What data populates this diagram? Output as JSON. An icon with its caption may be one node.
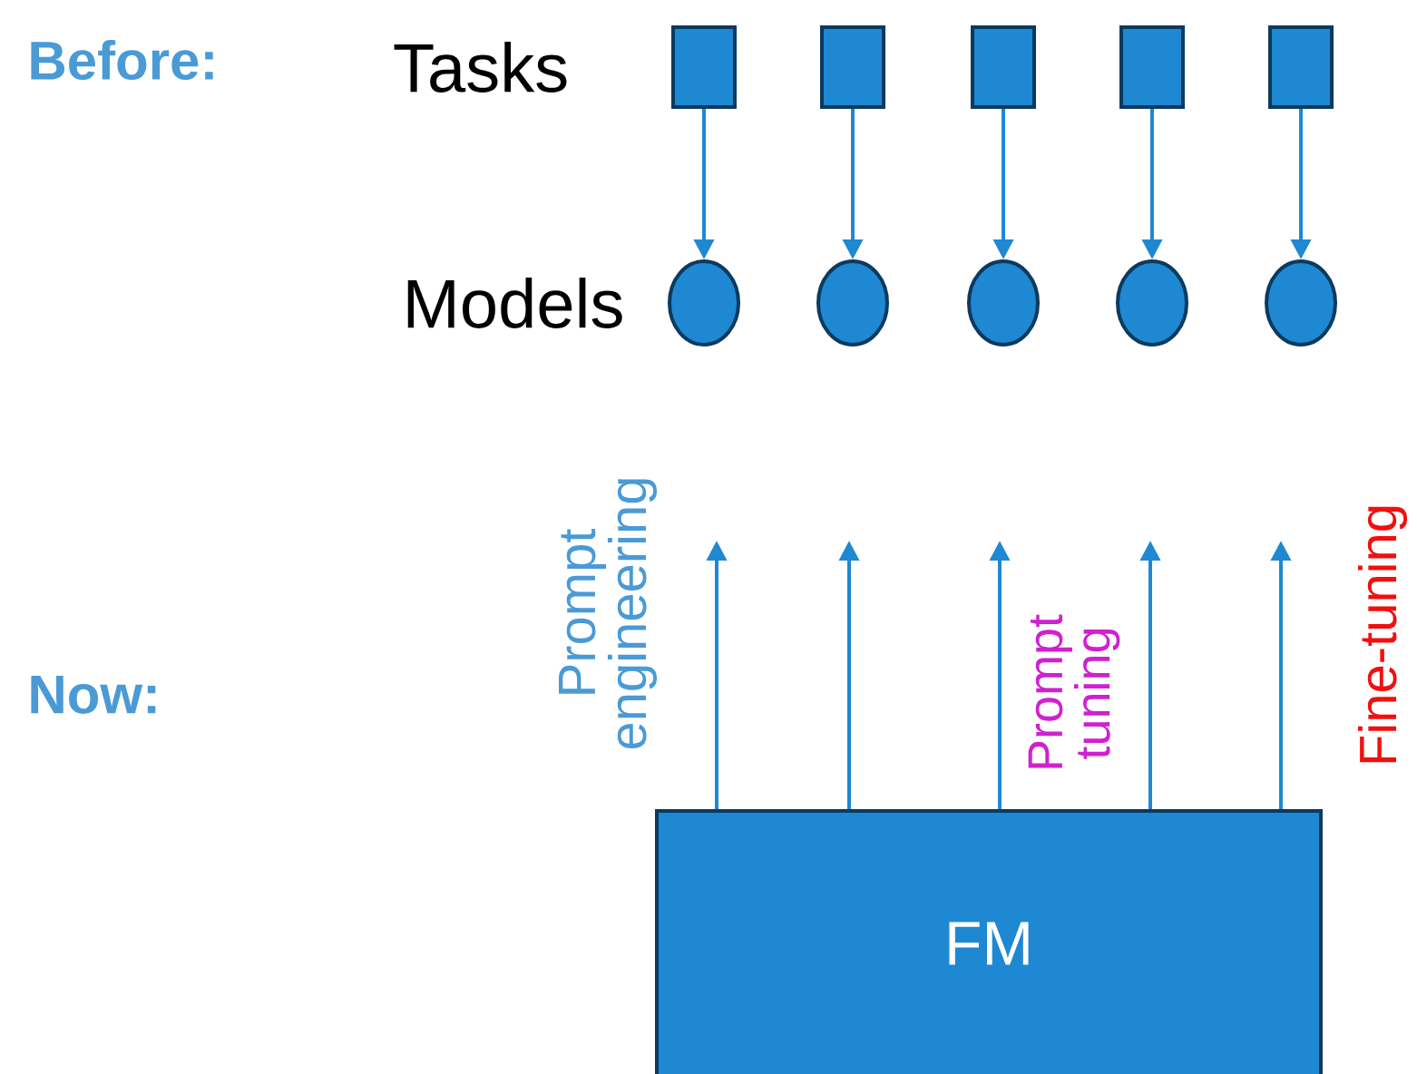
{
  "diagram": {
    "nodes": [
      {
        "text": [],
        "shape": "box"
      },
      {
        "text": [],
        "shape": "box"
      },
      {
        "text": [],
        "shape": "box"
      },
      {
        "text": [],
        "shape": "box"
      },
      {
        "text": [],
        "shape": "box"
      },
      {
        "text": [],
        "shape": "circle"
      },
      {
        "text": [],
        "shape": "circle"
      },
      {
        "text": [],
        "shape": "circle"
      },
      {
        "text": [],
        "shape": "circle"
      },
      {
        "text": [],
        "shape": "circle"
      },
      {
        "text": [
          "FM"
        ]
      }
    ],
    "edges": [
      {
        "from": 0,
        "to": 5,
        "arrow": "to"
      },
      {
        "from": 1,
        "to": 6,
        "arrow": "to"
      },
      {
        "from": 2,
        "to": 7,
        "arrow": "to"
      },
      {
        "from": 3,
        "to": 8,
        "arrow": "to"
      },
      {
        "from": 4,
        "to": 9,
        "arrow": "to"
      },
      {
        "from": 10,
        "to": null,
        "arrow": "to"
      },
      {
        "from": 10,
        "to": null,
        "arrow": "to"
      },
      {
        "from": 10,
        "to": null,
        "arrow": "to"
      },
      {
        "from": 10,
        "to": null,
        "arrow": "to"
      },
      {
        "from": 10,
        "to": null,
        "arrow": "to"
      }
    ],
    "labels": [
      "Before:",
      "Tasks",
      "Models",
      "Now:",
      "Prompt engineering",
      "Prompt tuning",
      "Fine-tuning"
    ]
  }
}
